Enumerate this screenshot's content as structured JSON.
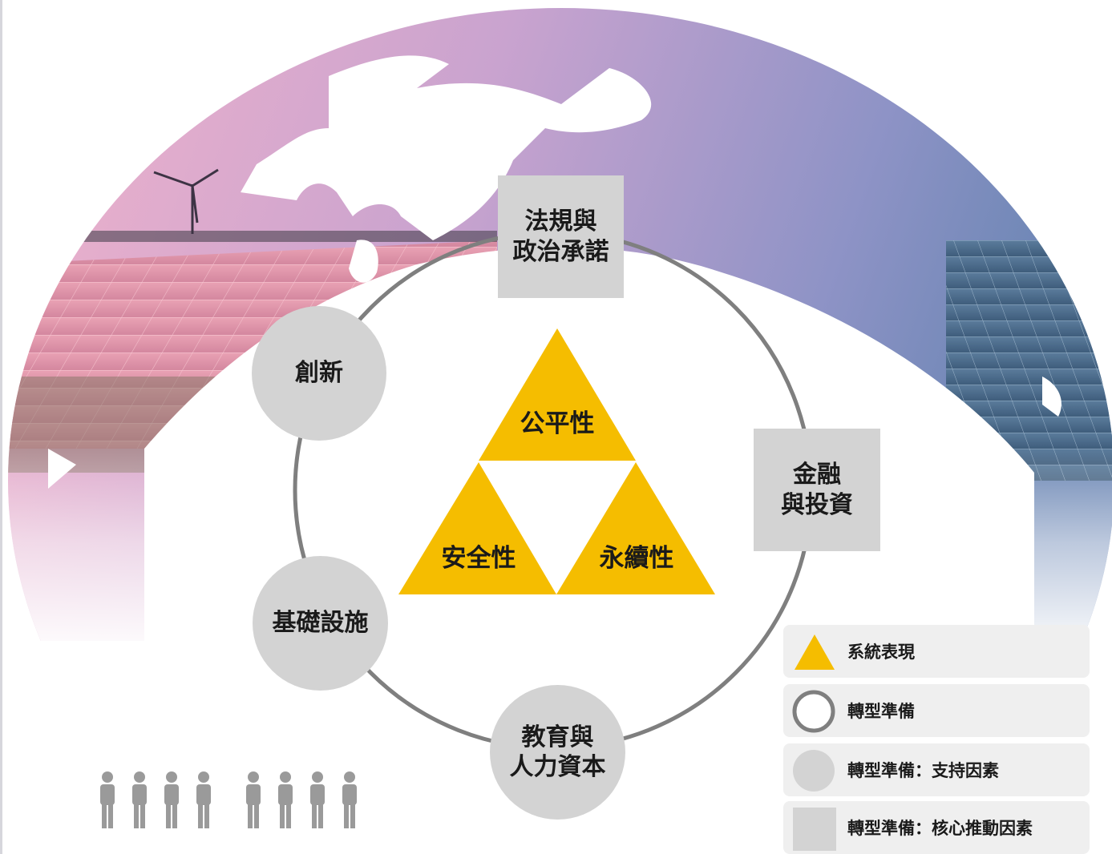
{
  "diagram": {
    "nodes": {
      "top_square": "法規與\n政治承諾",
      "right_square": "金融\n與投資",
      "circle_innovation": "創新",
      "circle_infrastructure": "基礎設施",
      "circle_education": "教育與\n人力資本"
    },
    "triangles": {
      "top": "公平性",
      "bottom_left": "安全性",
      "bottom_right": "永續性"
    }
  },
  "legend": [
    {
      "icon": "triangle-icon",
      "label": "系統表現"
    },
    {
      "icon": "ring-icon",
      "label": "轉型準備"
    },
    {
      "icon": "circle-icon",
      "label": "轉型準備：支持因素"
    },
    {
      "icon": "square-icon",
      "label": "轉型準備：核心推動因素"
    }
  ],
  "colors": {
    "triangle": "#f5bd00",
    "node": "#d3d3d3",
    "ring": "#7f7f7f",
    "legend_bg": "#efefef",
    "people": "#9a9a9a"
  },
  "decor": {
    "background": "globe-solar-panel-photo",
    "people_icons": 8
  }
}
